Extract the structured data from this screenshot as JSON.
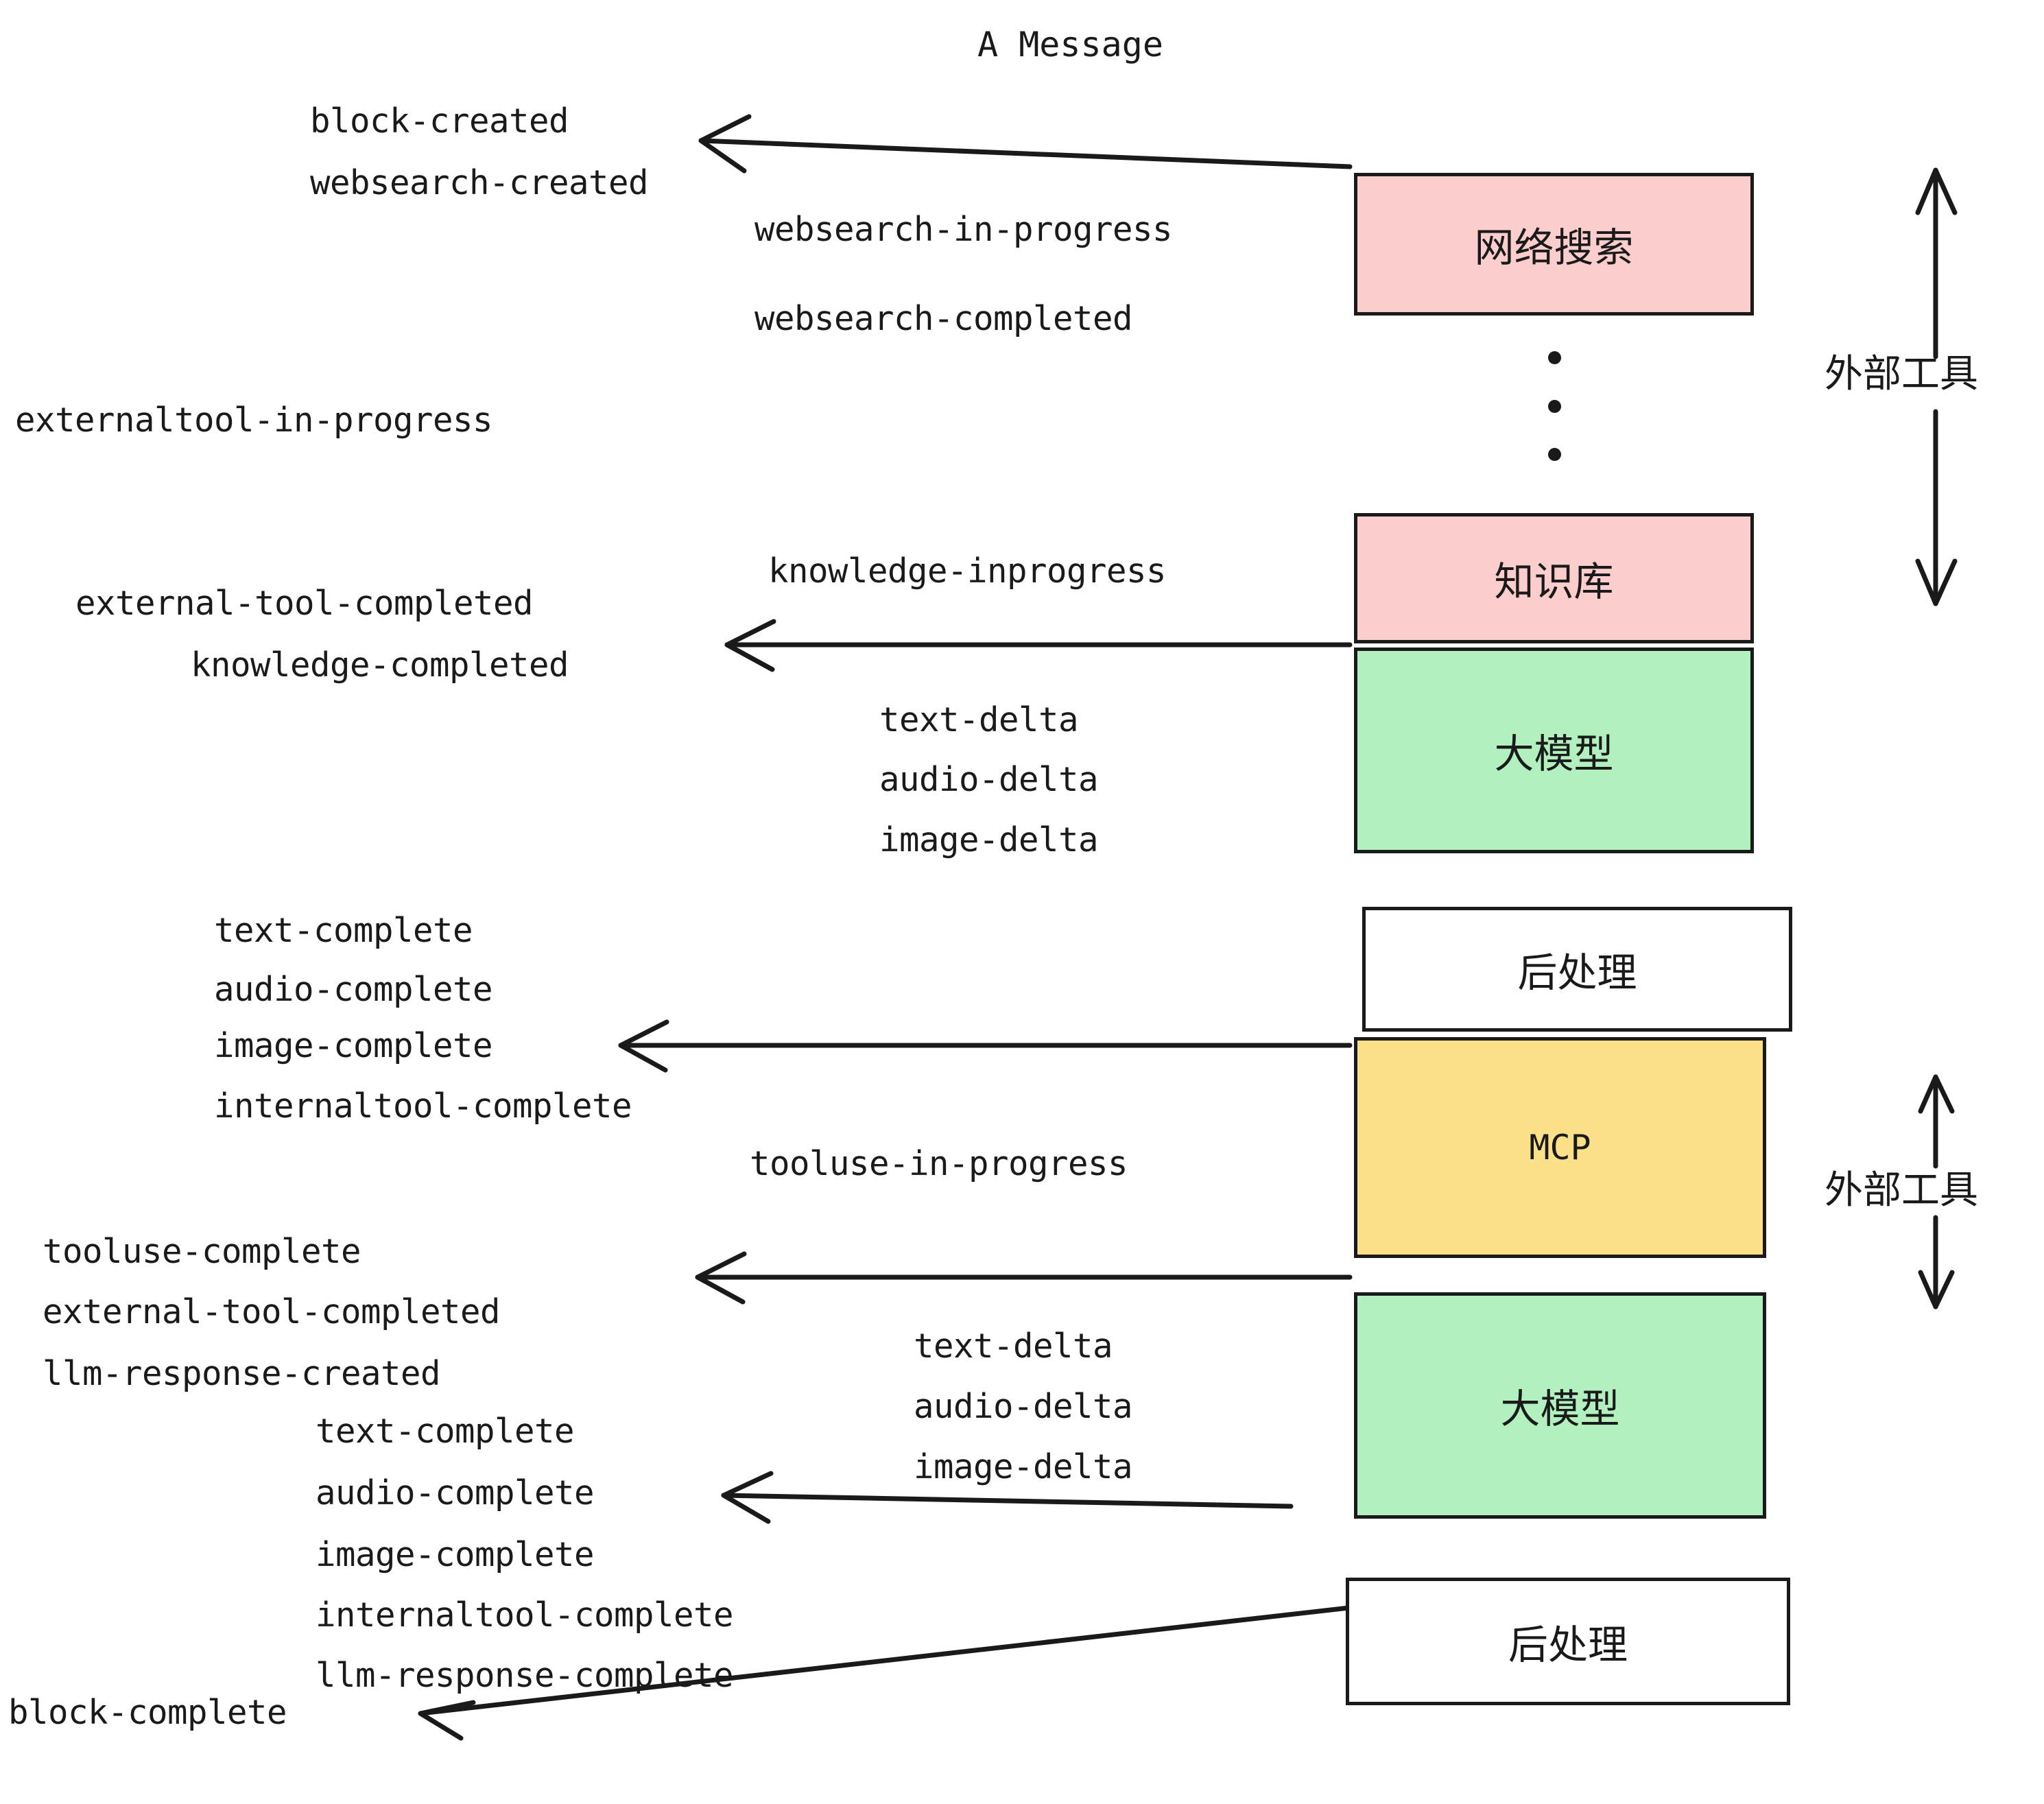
{
  "title": "A Message",
  "colors": {
    "pink": "#fbcdcd",
    "green": "#b2f0bf",
    "yellow": "#fbe08a",
    "white": "#ffffff",
    "stroke": "#1a1a1a"
  },
  "boxes": [
    {
      "id": "websearch",
      "label": "网络搜索",
      "fill": "#fbcdcd"
    },
    {
      "id": "knowledge",
      "label": "知识库",
      "fill": "#fbcdcd"
    },
    {
      "id": "llm-upper",
      "label": "大模型",
      "fill": "#b2f0bf"
    },
    {
      "id": "postprocess-upper",
      "label": "后处理",
      "fill": "#ffffff"
    },
    {
      "id": "mcp",
      "label": "MCP",
      "fill": "#fbe08a"
    },
    {
      "id": "llm-lower",
      "label": "大模型",
      "fill": "#b2f0bf"
    },
    {
      "id": "postprocess-lower",
      "label": "后处理",
      "fill": "#ffffff"
    }
  ],
  "side_labels": [
    {
      "id": "external-tool-top",
      "label": "外部工具"
    },
    {
      "id": "external-tool-bottom",
      "label": "外部工具"
    }
  ],
  "events": [
    {
      "id": "e01",
      "text": "block-created"
    },
    {
      "id": "e02",
      "text": "websearch-created"
    },
    {
      "id": "e03",
      "text": "websearch-in-progress"
    },
    {
      "id": "e04",
      "text": "websearch-completed"
    },
    {
      "id": "e05",
      "text": "externaltool-in-progress"
    },
    {
      "id": "e06",
      "text": "knowledge-inprogress"
    },
    {
      "id": "e07",
      "text": "external-tool-completed"
    },
    {
      "id": "e08",
      "text": "knowledge-completed"
    },
    {
      "id": "e09",
      "text": "text-delta"
    },
    {
      "id": "e10",
      "text": "audio-delta"
    },
    {
      "id": "e11",
      "text": "image-delta"
    },
    {
      "id": "e12",
      "text": "text-complete"
    },
    {
      "id": "e13",
      "text": "audio-complete"
    },
    {
      "id": "e14",
      "text": "image-complete"
    },
    {
      "id": "e15",
      "text": "internaltool-complete"
    },
    {
      "id": "e16",
      "text": "tooluse-in-progress"
    },
    {
      "id": "e17",
      "text": "tooluse-complete"
    },
    {
      "id": "e18",
      "text": "external-tool-completed"
    },
    {
      "id": "e19",
      "text": "llm-response-created"
    },
    {
      "id": "e20",
      "text": "text-complete"
    },
    {
      "id": "e21",
      "text": "audio-complete"
    },
    {
      "id": "e22",
      "text": "image-complete"
    },
    {
      "id": "e23",
      "text": "internaltool-complete"
    },
    {
      "id": "e24",
      "text": "llm-response-complete"
    },
    {
      "id": "e25",
      "text": "text-delta"
    },
    {
      "id": "e26",
      "text": "audio-delta"
    },
    {
      "id": "e27",
      "text": "image-delta"
    },
    {
      "id": "e28",
      "text": "block-complete"
    }
  ]
}
